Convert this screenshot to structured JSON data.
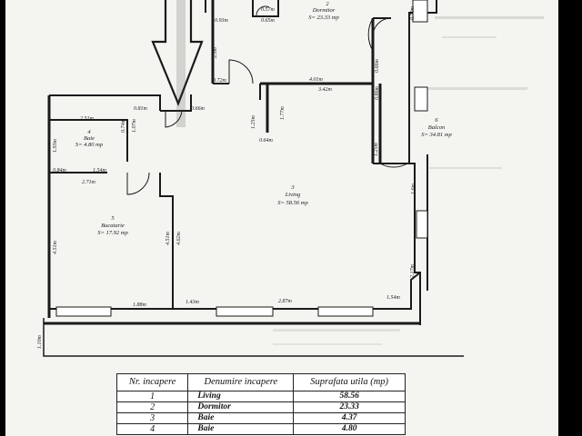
{
  "rooms": {
    "living": {
      "number": "3",
      "name": "Living",
      "area": "S= 58.56 mp"
    },
    "dormitor": {
      "number": "2",
      "name": "Dormitor",
      "area": "S= 23.33 mp"
    },
    "baie": {
      "number": "4",
      "name": "Baie",
      "area": "S= 4.80 mp"
    },
    "bucatarie": {
      "number": "5",
      "name": "Bucatarie",
      "area": "S= 17.92 mp"
    },
    "balcon": {
      "number": "6",
      "name": "Balcon",
      "area": "S= 34.81 mp"
    }
  },
  "dimensions": {
    "d1": "0.57m",
    "d2": "0.93m",
    "d3": "0.65m",
    "d4": "0.70m",
    "d5": "2.3m",
    "d6": "0.72m",
    "d7": "4.01m",
    "d8": "3.42m",
    "d9": "0.66m",
    "d10": "0.86m",
    "d11": "0.81m",
    "d12": "0.66m",
    "d13": "2.51m",
    "d14": "0.74m",
    "d15": "1.07m",
    "d16": "1.25m",
    "d17": "1.77m",
    "d18": "0.64m",
    "d19": "1.25m",
    "d20": "1.93m",
    "d21": "0.84m",
    "d22": "1.54m",
    "d23": "2.71m",
    "d24": "1.6m",
    "d25": "4.51m",
    "d26": "4.51m",
    "d27": "4.62m",
    "d28": "2.17m",
    "d29": "1.88m",
    "d30": "1.43m",
    "d31": "2.87m",
    "d32": "1.54m",
    "d33": "1.10m"
  },
  "table": {
    "headers": [
      "Nr. incapere",
      "Denumire incapere",
      "Suprafata utila (mp)"
    ],
    "rows": [
      {
        "nr": "1",
        "name": "Living",
        "area": "58.56"
      },
      {
        "nr": "2",
        "name": "Dormitor",
        "area": "23.33"
      },
      {
        "nr": "3",
        "name": "Baie",
        "area": "4.37"
      },
      {
        "nr": "4",
        "name": "Baie",
        "area": "4.80"
      }
    ]
  },
  "colors": {
    "paper": "#f4f4f1",
    "ink": "#1a1a1a",
    "background": "#000000"
  }
}
